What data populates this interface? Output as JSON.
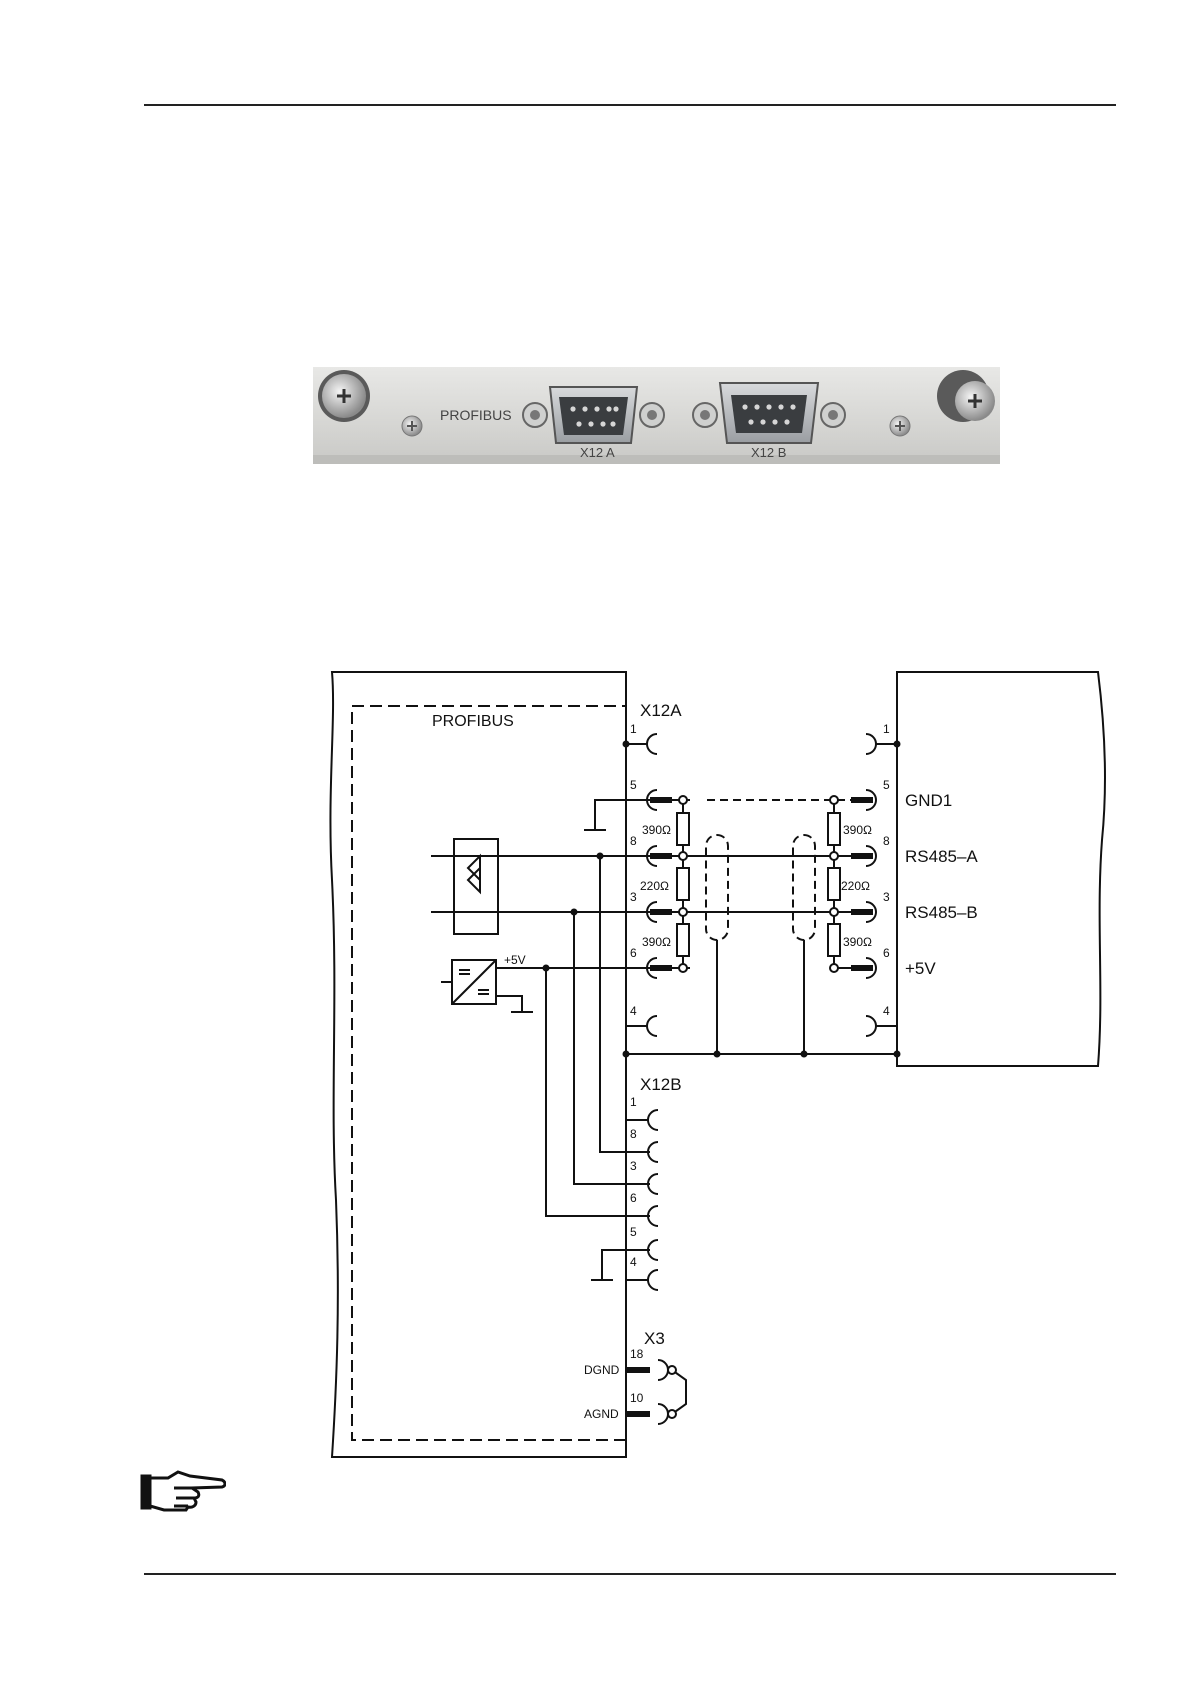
{
  "panel": {
    "brand_label": "PROFIBUS",
    "connector_a_label": "X12 A",
    "connector_b_label": "X12 B"
  },
  "schematic": {
    "module_label": "PROFIBUS",
    "x12a_label": "X12A",
    "x12b_label": "X12B",
    "x3_label": "X3",
    "x12a_pins": [
      "1",
      "5",
      "8",
      "3",
      "6",
      "4"
    ],
    "right_pins": [
      "1",
      "5",
      "8",
      "3",
      "6",
      "4"
    ],
    "x12b_pins": [
      "1",
      "8",
      "3",
      "6",
      "5",
      "4"
    ],
    "x3_pins": [
      "18",
      "10"
    ],
    "x3_signals": [
      "DGND",
      "AGND"
    ],
    "resistors_left": [
      "390Ω",
      "220Ω",
      "390Ω"
    ],
    "resistors_right": [
      "390Ω",
      "220Ω",
      "390Ω"
    ],
    "signals": [
      "GND1",
      "RS485–A",
      "RS485–B",
      "+5V"
    ],
    "supply_label": "+5V"
  },
  "icons": [
    "pointing-hand-icon"
  ]
}
